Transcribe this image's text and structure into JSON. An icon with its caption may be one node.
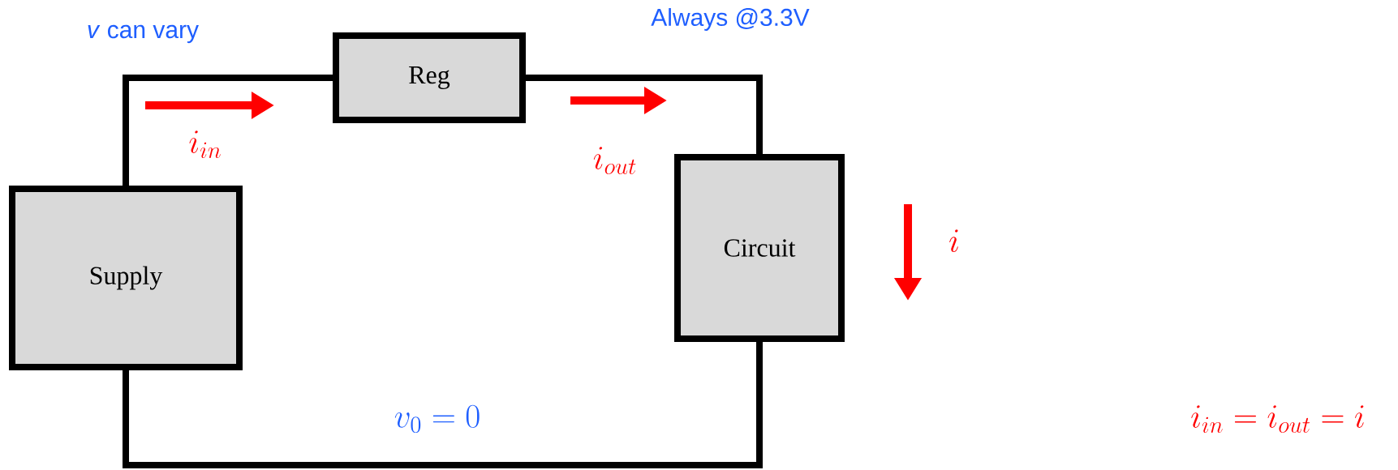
{
  "diagram": {
    "nodes": [
      {
        "text": [
          "Supply"
        ]
      },
      {
        "text": [
          "Reg"
        ]
      },
      {
        "text": [
          "Circuit"
        ]
      }
    ],
    "edges": [
      {
        "from": 0,
        "to": 1,
        "arrow": "none"
      },
      {
        "from": 1,
        "to": 2,
        "arrow": "none"
      },
      {
        "from": 2,
        "to": 0,
        "arrow": "none"
      }
    ],
    "labels": [
      "*v* can vary",
      "Always @3.3V",
      "i_{in}",
      "i_{out}",
      "i",
      "v_{0} = 0",
      "i_{in} = i_{out} = i"
    ]
  }
}
